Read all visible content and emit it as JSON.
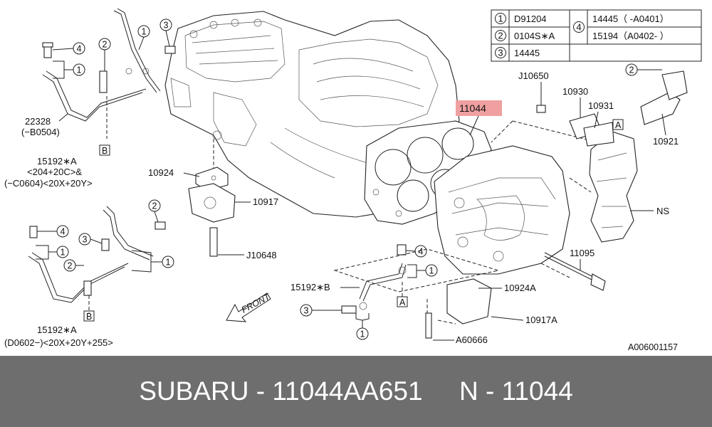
{
  "legend": {
    "rows": [
      {
        "num": "1",
        "code": "D91204"
      },
      {
        "num": "2",
        "code": "0104S∗A"
      },
      {
        "num": "3",
        "code": "14445"
      }
    ],
    "group": {
      "num": "4",
      "line1": "14445（ -A0401）",
      "line2": "15194（A0402- ）"
    }
  },
  "labels": {
    "highlight_part": "11044",
    "highlight_color": "#f0a0a0",
    "j10650": "J10650",
    "p10930": "10930",
    "p10931": "10931",
    "p10921": "10921",
    "ns": "NS",
    "p11095": "11095",
    "p10924a": "10924A",
    "p10917a": "10917A",
    "a60666": "A60666",
    "p15192b": "15192∗B",
    "p10924": "10924",
    "p10917": "10917",
    "j10648": "J10648",
    "p22328": "22328",
    "p22328_note": "(−B0504)",
    "p15192a_top": "15192∗A",
    "p15192a_top_note1": "<204+20C>&",
    "p15192a_top_note2": "(−C0604)<20X+20Y>",
    "p15192a_bot": "15192∗A",
    "p15192a_bot_note": "(D0602−)<20X+20Y+255>",
    "front": "FRONT",
    "ref_a": "A",
    "ref_b": "B",
    "doc_id": "A006001157"
  },
  "callouts": {
    "c1": "1",
    "c2": "2",
    "c3": "3",
    "c4": "4"
  },
  "footer": {
    "text": "SUBARU - 11044AA651     N - 11044"
  }
}
